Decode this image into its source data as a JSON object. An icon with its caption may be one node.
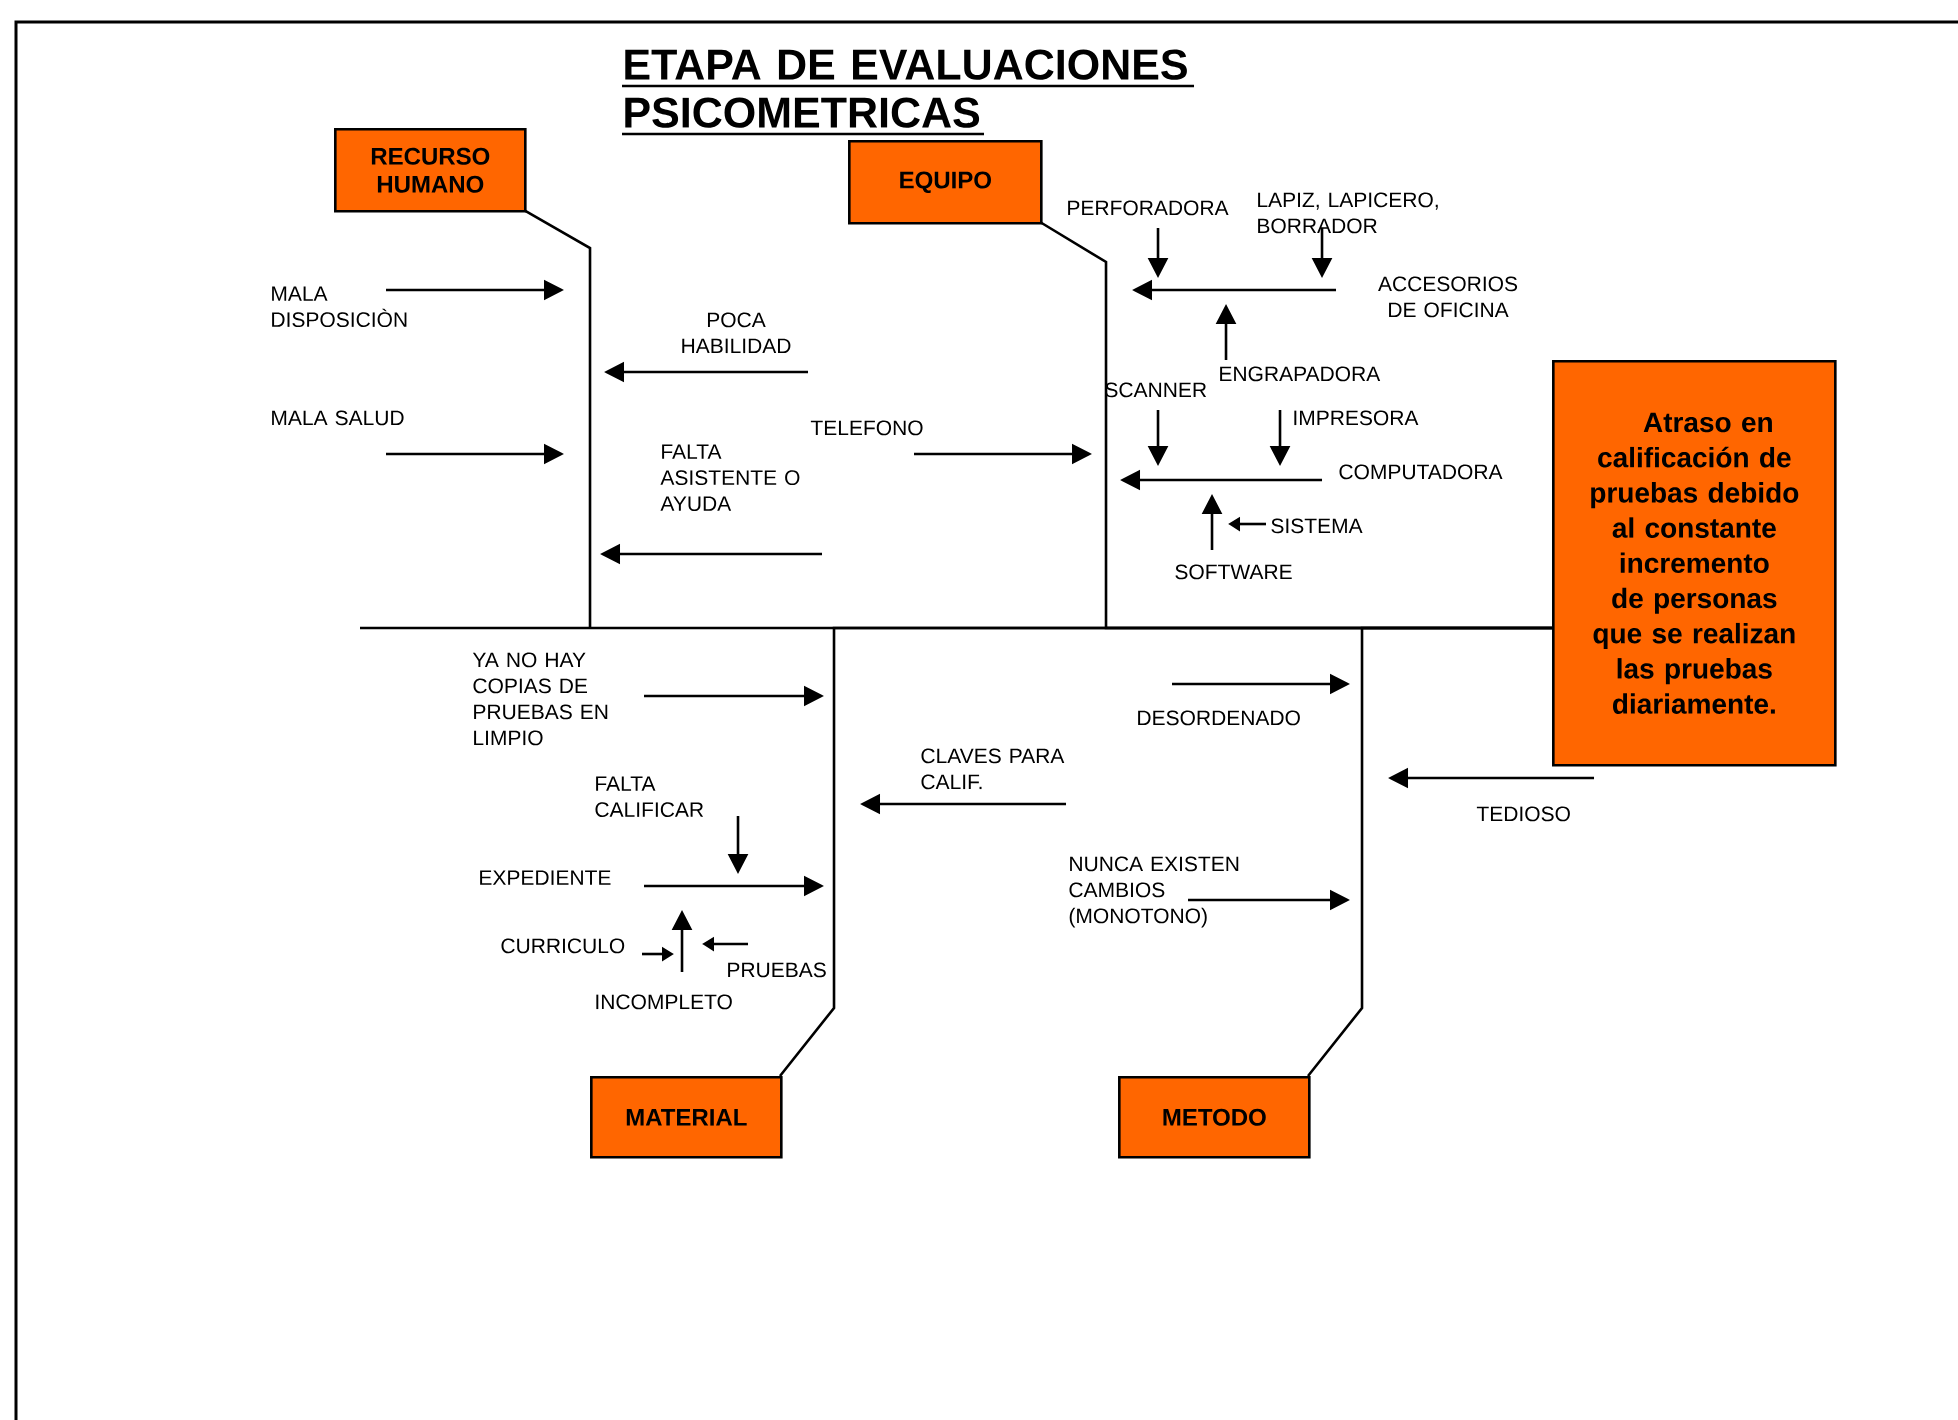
{
  "diagram": {
    "title": "ETAPA DE EVALUACIONES PSICOMETRICAS",
    "nodes": [
      {
        "text": [
          "RECURSO HUMANO"
        ]
      },
      {
        "text": [
          "EQUIPO"
        ]
      },
      {
        "text": [
          "Atraso en calificación de pruebas debido al constante incremento de personas que se realizan las pruebas diariamente."
        ]
      },
      {
        "text": [
          "MATERIAL"
        ]
      },
      {
        "text": [
          "METODO"
        ]
      },
      {
        "text": [
          "MALA DISPOSICIÒN"
        ]
      },
      {
        "text": [
          "POCA HABILIDAD"
        ]
      },
      {
        "text": [
          "MALA SALUD"
        ]
      },
      {
        "text": [
          "TELEFONO"
        ]
      },
      {
        "text": [
          "FALTA ASISTENTE O AYUDA"
        ]
      },
      {
        "text": [
          "PERFORADORA"
        ]
      },
      {
        "text": [
          "LAPIZ, LAPICERO, BORRADOR"
        ]
      },
      {
        "text": [
          "ACCESORIOS DE OFICINA"
        ]
      },
      {
        "text": [
          "ENGRAPADORA"
        ]
      },
      {
        "text": [
          "SCANNER"
        ]
      },
      {
        "text": [
          "IMPRESORA"
        ]
      },
      {
        "text": [
          "COMPUTADORA"
        ]
      },
      {
        "text": [
          "SISTEMA"
        ]
      },
      {
        "text": [
          "SOFTWARE"
        ]
      },
      {
        "text": [
          "YA NO HAY COPIAS DE PRUEBAS EN LIMPIO"
        ]
      },
      {
        "text": [
          "FALTA CALIFICAR"
        ]
      },
      {
        "text": [
          "EXPEDIENTE"
        ]
      },
      {
        "text": [
          "CURRICULO"
        ]
      },
      {
        "text": [
          "PRUEBAS"
        ]
      },
      {
        "text": [
          "INCOMPLETO"
        ]
      },
      {
        "text": [
          "DESORDENADO"
        ]
      },
      {
        "text": [
          "CLAVES PARA CALIF."
        ]
      },
      {
        "text": [
          "NUNCA EXISTEN CAMBIOS (MONOTONO)"
        ]
      },
      {
        "text": [
          "TEDIOSO"
        ]
      }
    ],
    "edges": [
      {
        "from": 0,
        "to": 2,
        "arrow": "none"
      },
      {
        "from": 1,
        "to": 2,
        "arrow": "none"
      },
      {
        "from": 3,
        "to": 2,
        "arrow": "none"
      },
      {
        "from": 4,
        "to": 2,
        "arrow": "none"
      },
      {
        "from": 5,
        "to": null,
        "arrow": "to"
      },
      {
        "from": 6,
        "to": null,
        "arrow": "to"
      },
      {
        "from": 7,
        "to": null,
        "arrow": "to"
      },
      {
        "from": 8,
        "to": null,
        "arrow": "to"
      },
      {
        "from": 9,
        "to": null,
        "arrow": "to"
      },
      {
        "from": 10,
        "to": null,
        "arrow": "to"
      },
      {
        "from": 11,
        "to": null,
        "arrow": "to"
      },
      {
        "from": 12,
        "to": null,
        "arrow": "to"
      },
      {
        "from": 13,
        "to": null,
        "arrow": "to"
      },
      {
        "from": 14,
        "to": null,
        "arrow": "to"
      },
      {
        "from": 15,
        "to": null,
        "arrow": "to"
      },
      {
        "from": 16,
        "to": null,
        "arrow": "to"
      },
      {
        "from": 17,
        "to": null,
        "arrow": "to"
      },
      {
        "from": 18,
        "to": null,
        "arrow": "to"
      },
      {
        "from": 19,
        "to": null,
        "arrow": "to"
      },
      {
        "from": 20,
        "to": null,
        "arrow": "to"
      },
      {
        "from": 21,
        "to": null,
        "arrow": "to"
      },
      {
        "from": 22,
        "to": null,
        "arrow": "to"
      },
      {
        "from": 23,
        "to": null,
        "arrow": "to"
      },
      {
        "from": 24,
        "to": null,
        "arrow": "to"
      },
      {
        "from": 25,
        "to": null,
        "arrow": "to"
      },
      {
        "from": 26,
        "to": null,
        "arrow": "to"
      },
      {
        "from": 27,
        "to": null,
        "arrow": "to"
      },
      {
        "from": 28,
        "to": null,
        "arrow": "to"
      }
    ]
  }
}
